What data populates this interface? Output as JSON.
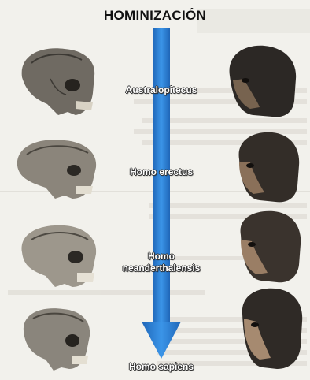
{
  "title": "HOMINIZACIÓN",
  "stages": [
    {
      "label": "Australopitecus"
    },
    {
      "label": "Homo erectus"
    },
    {
      "label": "Homo\nneanderthalensis"
    },
    {
      "label": "Homo sapiens"
    }
  ],
  "colors": {
    "arrow": "#2a7fd4",
    "background": "#f4f3ee",
    "faded_text": "#c9c6bd"
  }
}
